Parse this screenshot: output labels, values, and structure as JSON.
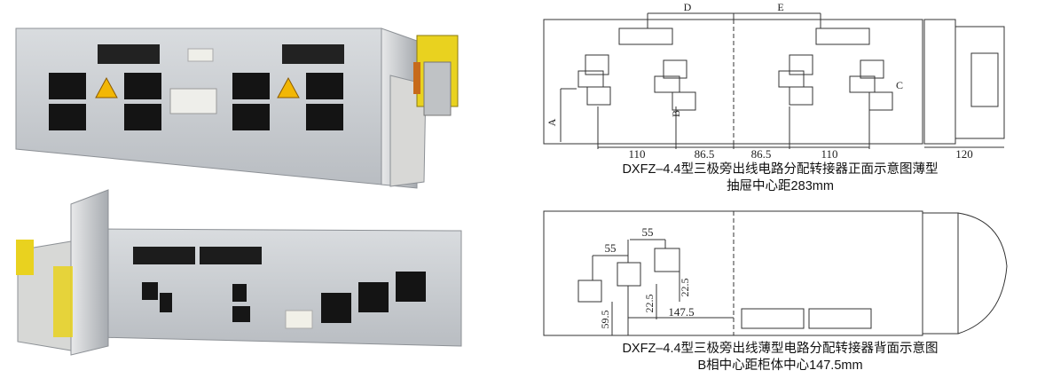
{
  "photos": {
    "front_photo": {
      "desc_label": ""
    },
    "back_photo": {
      "desc_label": ""
    }
  },
  "front_diagram": {
    "letters": {
      "d": "D",
      "e": "E",
      "a": "A",
      "b": "B",
      "c": "C"
    },
    "dims": {
      "d1": "110",
      "d2": "86.5",
      "d3": "86.5",
      "d4": "110",
      "d5": "120"
    },
    "caption_line1": "DXFZ–4.4型三极旁出线电路分配转接器正面示意图薄型",
    "caption_line2": "抽屉中心距283mm"
  },
  "back_diagram": {
    "dims": {
      "top55": "55",
      "mid55": "55",
      "v225a": "22.5",
      "v225b": "22.5",
      "v595": "59.5",
      "h1475": "147.5"
    },
    "caption_line1": "DXFZ–4.4型三极旁出线薄型电路分配转接器背面示意图",
    "caption_line2": "B相中心距柜体中心147.5mm"
  },
  "colors": {
    "metal": "#c9ccd0",
    "metal_dark": "#9fa3a8",
    "terminal_yellow": "#e9d21f",
    "warning": "#f2b705",
    "line": "#333333"
  }
}
